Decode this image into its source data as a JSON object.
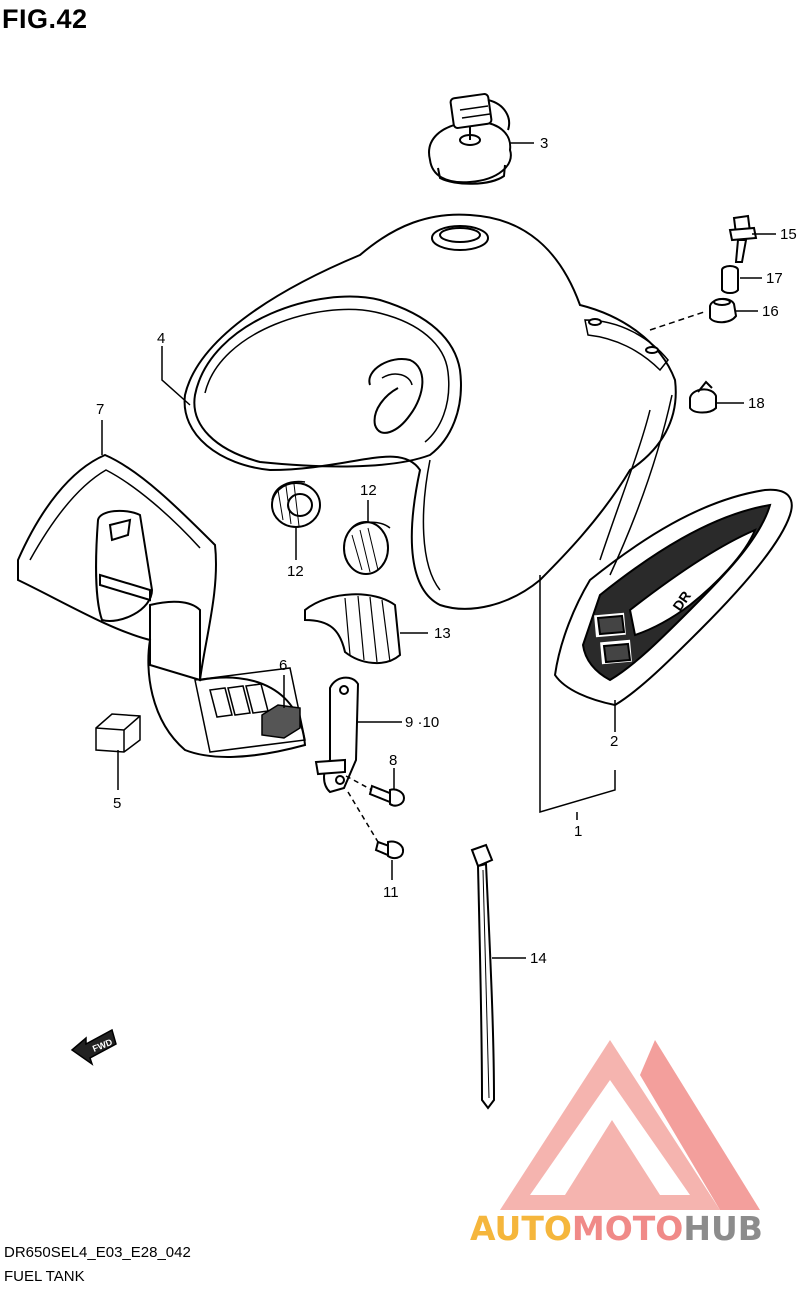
{
  "figure": {
    "title": "FIG.42"
  },
  "footer": {
    "code": "DR650SEL4_E03_E28_042",
    "name": "FUEL TANK"
  },
  "fwd_label": "FWD",
  "decal_text": "DR",
  "watermark": {
    "part1": "AUTO",
    "part2": "MOTO",
    "part3": "HUB",
    "colors": {
      "auto": "#f5b63c",
      "moto": "#f08a88",
      "hub": "#8c8c8c",
      "logo": "#f28f8b"
    }
  },
  "callouts": {
    "c1": "1",
    "c2": "2",
    "c3": "3",
    "c4": "4",
    "c5": "5",
    "c6": "6",
    "c7": "7",
    "c8": "8",
    "c9_10": "9 ·10",
    "c11": "11",
    "c12a": "12",
    "c12b": "12",
    "c13": "13",
    "c14": "14",
    "c15": "15",
    "c16": "16",
    "c17": "17",
    "c18": "18"
  }
}
